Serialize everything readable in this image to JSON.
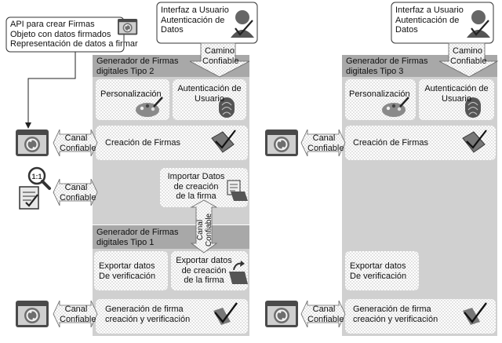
{
  "api_box": {
    "lines": [
      "API para crear Firmas",
      "Objeto con datos firmados",
      "Representación de datos a firmar"
    ]
  },
  "left_column": {
    "user_interface": {
      "lines": [
        "Interfaz a Usuario",
        "Autenticación de",
        "Datos"
      ]
    },
    "trusted_path": {
      "lines": [
        "Camino",
        "Confiable"
      ]
    },
    "generator_type2": {
      "lines": [
        "Generador de Firmas",
        "digitales Tipo 2"
      ]
    },
    "personalization": "Personalización",
    "user_auth": {
      "lines": [
        "Autenticación de",
        "Usuario"
      ]
    },
    "channel_1": {
      "lines": [
        "Canal",
        "Confiable"
      ]
    },
    "signature_creation": "Creación de Firmas",
    "channel_2": {
      "lines": [
        "Canal",
        "Confiable"
      ]
    },
    "import_data": {
      "lines": [
        "Importar Datos",
        "de creación",
        "de la firma"
      ]
    },
    "vertical_channel": {
      "lines": [
        "Canal",
        "Confiable"
      ]
    },
    "generator_type1": {
      "lines": [
        "Generador de Firmas",
        "digitales Tipo 1"
      ]
    },
    "export_verification": {
      "lines": [
        "Exportar datos",
        "De verificación"
      ]
    },
    "export_creation": {
      "lines": [
        "Exportar datos",
        "de creación",
        "de la firma"
      ]
    },
    "channel_3": {
      "lines": [
        "Canal",
        "Confiable"
      ]
    },
    "generation_verification": {
      "lines": [
        "Generación de firma",
        "creación y verificación"
      ]
    }
  },
  "right_column": {
    "user_interface": {
      "lines": [
        "Interfaz a Usuario",
        "Autenticación de",
        "Datos"
      ]
    },
    "trusted_path": {
      "lines": [
        "Camino",
        "Confiable"
      ]
    },
    "generator_type3": {
      "lines": [
        "Generador de Firmas",
        "digitales Tipo 3"
      ]
    },
    "personalization": "Personalización",
    "user_auth": {
      "lines": [
        "Autenticación de",
        "Usuario"
      ]
    },
    "channel_1": {
      "lines": [
        "Canal",
        "Confiable"
      ]
    },
    "signature_creation": "Creación de Firmas",
    "export_verification": {
      "lines": [
        "Exportar datos",
        "De verificación"
      ]
    },
    "channel_2": {
      "lines": [
        "Canal",
        "Confiable"
      ]
    },
    "generation_verification": {
      "lines": [
        "Generación de firma",
        "creación y verificación"
      ]
    }
  },
  "icons": [
    "gear-window-icon",
    "zoom-magnifier-icon",
    "checklist-document-icon",
    "user-person-icon",
    "paint-palette-icon",
    "fingerprint-icon",
    "envelope-check-icon",
    "import-box-icon",
    "export-box-icon",
    "signature-check-icon"
  ]
}
